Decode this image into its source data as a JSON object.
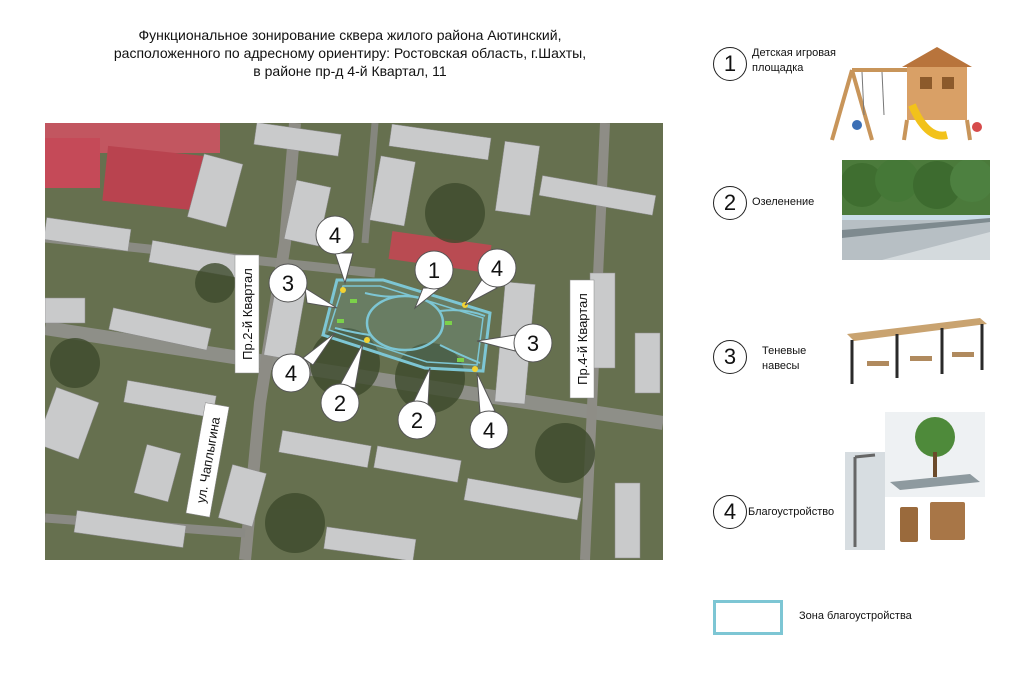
{
  "title": {
    "line1": "Функциональное зонирование сквера жилого района Аютинский,",
    "line2": "расположенного по адресному ориентиру: Ростовская область, г.Шахты,",
    "line3": "в районе пр-д 4-й Квартал, 11"
  },
  "map": {
    "streets": {
      "pr2": "Пр.2-й Квартал",
      "pr4": "Пр.4-й Квартал",
      "chaplygina": "ул. Чаплыгина"
    },
    "markers": [
      "1",
      "2",
      "3",
      "4"
    ]
  },
  "legend": [
    {
      "number": "1",
      "label_lines": [
        "Детская игровая",
        "площадка"
      ],
      "icon": "playground-picture"
    },
    {
      "number": "2",
      "label_lines": [
        "Озеленение"
      ],
      "icon": "greenery-picture"
    },
    {
      "number": "3",
      "label_lines": [
        "Теневые",
        "навесы"
      ],
      "icon": "canopy-picture"
    },
    {
      "number": "4",
      "label_lines": [
        "Благоустройство"
      ],
      "icon": "amenities-picture"
    }
  ],
  "zone": {
    "label": "Зона благоустройства",
    "color": "#7dc6d4"
  },
  "colors": {
    "zone_outline": "#7dc6d4",
    "marker_fill": "#ffffff"
  }
}
